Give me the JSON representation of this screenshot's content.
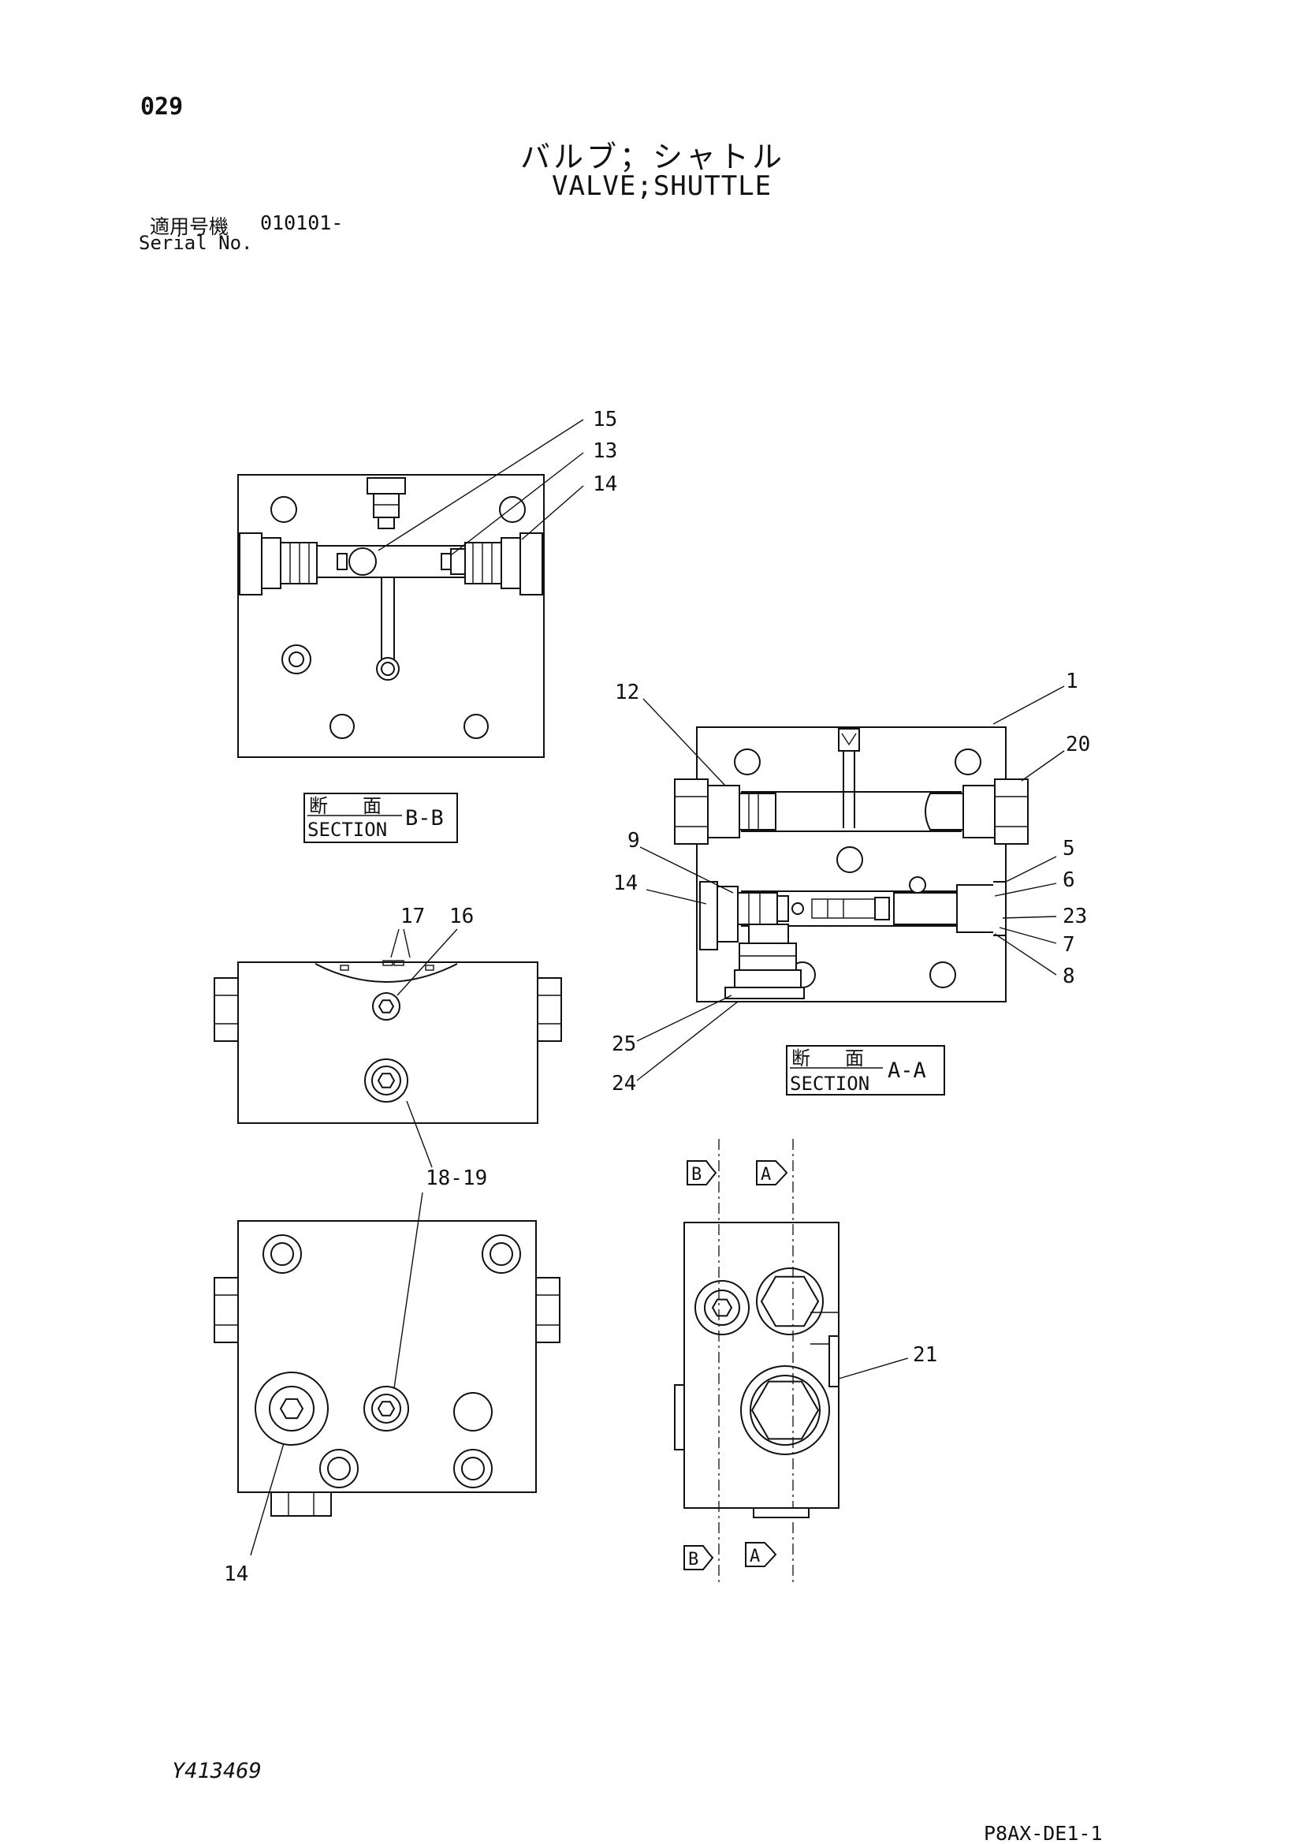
{
  "header": {
    "page_number": "029",
    "title_jp": "バルブ；シャトル",
    "title_en": "VALVE;SHUTTLE",
    "serial_label_jp": "適用号機",
    "serial_value": "010101-",
    "serial_label_en": "Serial No."
  },
  "sections": {
    "bb": {
      "label_jp_1": "断",
      "label_jp_2": "面",
      "label_en": "SECTION",
      "mark": "B-B"
    },
    "aa": {
      "label_jp_1": "断",
      "label_jp_2": "面",
      "label_en": "SECTION",
      "mark": "A-A"
    }
  },
  "view_marks": {
    "b_top": "B",
    "a_top": "A",
    "b_bottom": "B",
    "a_bottom": "A"
  },
  "callouts": {
    "c15": "15",
    "c13": "13",
    "c14_bb": "14",
    "c12": "12",
    "c1": "1",
    "c20": "20",
    "c9": "9",
    "c14_aa": "14",
    "c5": "5",
    "c6": "6",
    "c23": "23",
    "c7": "7",
    "c8": "8",
    "c25": "25",
    "c24": "24",
    "c17": "17",
    "c16": "16",
    "c18_19": "18-19",
    "c14_bottom": "14",
    "c21": "21"
  },
  "footer": {
    "drawing_number": "Y413469",
    "sheet_code": "P8AX-DE1-1"
  }
}
